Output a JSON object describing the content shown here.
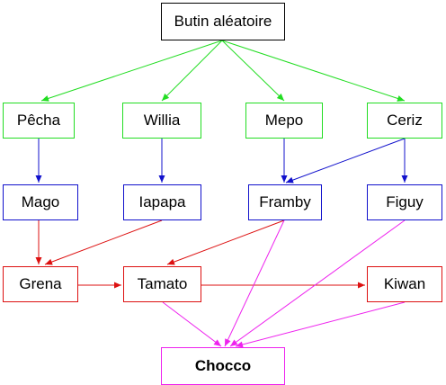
{
  "colors": {
    "root": "#000000",
    "green": "#22dd22",
    "blue": "#1111cc",
    "red": "#dd1111",
    "magenta": "#ee22ee"
  },
  "nodes": {
    "root": {
      "label": "Butin aléatoire",
      "color": "root"
    },
    "pecha": {
      "label": "Pêcha",
      "color": "green"
    },
    "willia": {
      "label": "Willia",
      "color": "green"
    },
    "mepo": {
      "label": "Mepo",
      "color": "green"
    },
    "ceriz": {
      "label": "Ceriz",
      "color": "green"
    },
    "mago": {
      "label": "Mago",
      "color": "blue"
    },
    "iapapa": {
      "label": "Iapapa",
      "color": "blue"
    },
    "framby": {
      "label": "Framby",
      "color": "blue"
    },
    "figuy": {
      "label": "Figuy",
      "color": "blue"
    },
    "grena": {
      "label": "Grena",
      "color": "red"
    },
    "tamato": {
      "label": "Tamato",
      "color": "red"
    },
    "kiwan": {
      "label": "Kiwan",
      "color": "red"
    },
    "chocco": {
      "label": "Chocco",
      "color": "magenta"
    }
  },
  "edges": [
    {
      "from": "root",
      "to": "pecha",
      "color": "green"
    },
    {
      "from": "root",
      "to": "willia",
      "color": "green"
    },
    {
      "from": "root",
      "to": "mepo",
      "color": "green"
    },
    {
      "from": "root",
      "to": "ceriz",
      "color": "green"
    },
    {
      "from": "pecha",
      "to": "mago",
      "color": "blue"
    },
    {
      "from": "willia",
      "to": "iapapa",
      "color": "blue"
    },
    {
      "from": "mepo",
      "to": "framby",
      "color": "blue"
    },
    {
      "from": "ceriz",
      "to": "framby",
      "color": "blue"
    },
    {
      "from": "ceriz",
      "to": "figuy",
      "color": "blue"
    },
    {
      "from": "mago",
      "to": "grena",
      "color": "red"
    },
    {
      "from": "iapapa",
      "to": "grena",
      "color": "red"
    },
    {
      "from": "framby",
      "to": "tamato",
      "color": "red"
    },
    {
      "from": "grena",
      "to": "tamato",
      "color": "red"
    },
    {
      "from": "tamato",
      "to": "kiwan",
      "color": "red"
    },
    {
      "from": "framby",
      "to": "chocco",
      "color": "magenta"
    },
    {
      "from": "figuy",
      "to": "chocco",
      "color": "magenta"
    },
    {
      "from": "tamato",
      "to": "chocco",
      "color": "magenta"
    },
    {
      "from": "kiwan",
      "to": "chocco",
      "color": "magenta"
    }
  ]
}
